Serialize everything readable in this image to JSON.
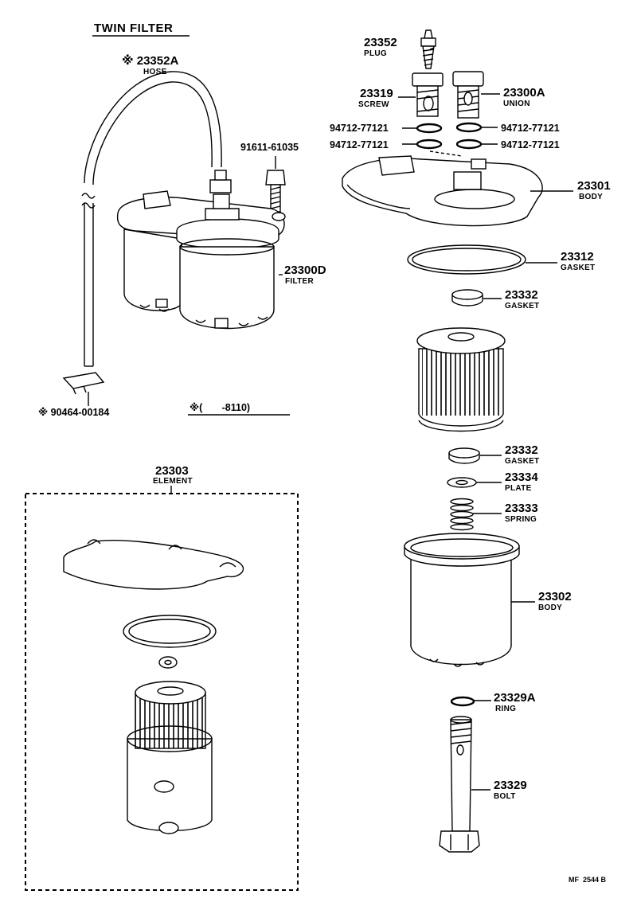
{
  "title": "TWIN FILTER",
  "range_note": "※(       -8110)",
  "footer_code": "MF  2544 B",
  "parts": {
    "hose": {
      "number": "※ 23352A",
      "name": "HOSE"
    },
    "bolt_91611": {
      "number": "91611-61035"
    },
    "filter": {
      "number": "23300D",
      "name": "FILTER"
    },
    "clip": {
      "number": "※ 90464-00184"
    },
    "element": {
      "number": "23303",
      "name": "ELEMENT"
    },
    "plug": {
      "number": "23352",
      "name": "PLUG"
    },
    "screw": {
      "number": "23319",
      "name": "SCREW"
    },
    "union": {
      "number": "23300A",
      "name": "UNION"
    },
    "washer_l1": {
      "number": "94712-77121"
    },
    "washer_l2": {
      "number": "94712-77121"
    },
    "washer_r1": {
      "number": "94712-77121"
    },
    "washer_r2": {
      "number": "94712-77121"
    },
    "body_top": {
      "number": "23301",
      "name": "BODY"
    },
    "gasket_big": {
      "number": "23312",
      "name": "GASKET"
    },
    "gasket_1": {
      "number": "23332",
      "name": "GASKET"
    },
    "gasket_2": {
      "number": "23332",
      "name": "GASKET"
    },
    "plate": {
      "number": "23334",
      "name": "PLATE"
    },
    "spring": {
      "number": "23333",
      "name": "SPRING"
    },
    "body_bowl": {
      "number": "23302",
      "name": "BODY"
    },
    "ring": {
      "number": "23329A",
      "name": "RING"
    },
    "bolt": {
      "number": "23329",
      "name": "BOLT"
    }
  }
}
